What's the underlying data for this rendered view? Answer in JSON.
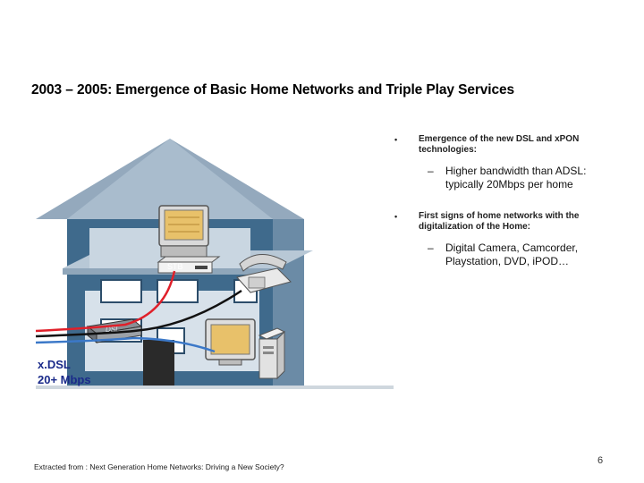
{
  "slide": {
    "title": "2003 – 2005: Emergence of Basic Home Networks and Triple Play Services",
    "bullets": [
      {
        "marker": "•",
        "text": "Emergence of the new DSL and xPON technologies:",
        "sub": {
          "marker": "–",
          "text": "Higher bandwidth than ADSL: typically 20Mbps per home"
        }
      },
      {
        "marker": "•",
        "text": "First signs of home networks with the digitalization of the Home:",
        "sub": {
          "marker": "–",
          "text": "Digital Camera, Camcorder, Playstation, DVD, iPOD…"
        }
      }
    ],
    "illustration": {
      "stb_label": "STB",
      "dsl_label": "DSL",
      "xdsl_line1": "x.DSL",
      "xdsl_line2": "20+ Mbps",
      "colors": {
        "house_front": "#3f6a8c",
        "house_roof": "#94a9bd",
        "house_side": "#6b8ba6",
        "line_red": "#e0202a",
        "line_black": "#111111",
        "line_blue": "#3b78c8",
        "label_blue": "#1a2a8a"
      },
      "icons": [
        "house-icon",
        "tv-icon",
        "set-top-box-icon",
        "telephone-icon",
        "dsl-modem-icon",
        "computer-monitor-icon",
        "pc-tower-icon"
      ]
    },
    "footer": "Extracted from : Next Generation Home Networks: Driving a New Society?",
    "page_number": "6"
  }
}
